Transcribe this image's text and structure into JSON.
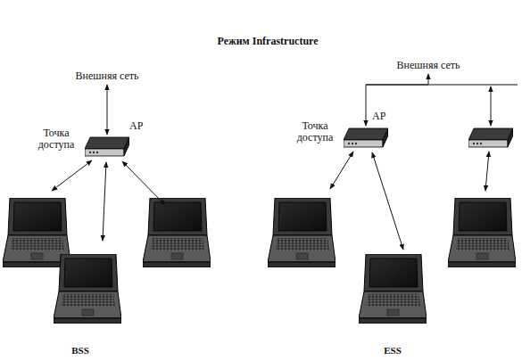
{
  "diagram": {
    "title": "Режим Infrastructure",
    "nodes": [
      {
        "text": [
          "Внешняя сеть"
        ]
      },
      {
        "text": [
          "Точка доступа",
          "AP"
        ]
      },
      {
        "text": [
          "Внешняя сеть"
        ]
      },
      {
        "text": [
          "Точка доступа",
          "AP"
        ]
      }
    ],
    "edges": [
      {
        "from": 0,
        "to": 1,
        "arrow": "both"
      },
      {
        "from": 2,
        "to": 3,
        "arrow": "both"
      }
    ],
    "labels": [
      "BSS",
      "ESS"
    ]
  }
}
